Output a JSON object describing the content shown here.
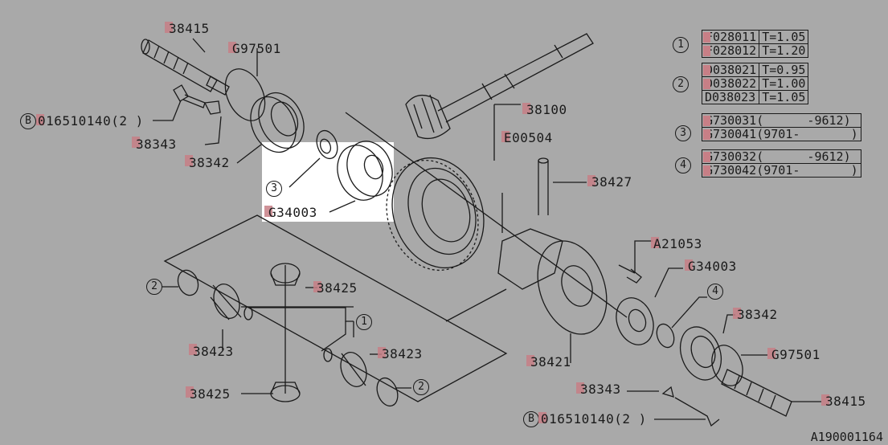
{
  "parts": {
    "p38415_top": "38415",
    "pG97501_top": "G97501",
    "p016510140_top": "016510140(2 )",
    "p38343_top": "38343",
    "p38342_top": "38342",
    "pG34003_top": "G34003",
    "p38100": "38100",
    "pE00504": "E00504",
    "p38427": "38427",
    "pA21053": "A21053",
    "pG34003_right": "G34003",
    "p38342_right": "38342",
    "pG97501_right": "G97501",
    "p38415_right": "38415",
    "p38343_bottom": "38343",
    "p016510140_bottom": "016510140(2 )",
    "p38421": "38421",
    "p38425_top": "38425",
    "p38423_left": "38423",
    "p38423_right": "38423",
    "p38425_bottom": "38425"
  },
  "callouts": {
    "c1": "1",
    "c2": "2",
    "c3": "3",
    "c4": "4",
    "cB": "B"
  },
  "table": {
    "group1": [
      {
        "part": "F028011",
        "spec": "T=1.05"
      },
      {
        "part": "F028012",
        "spec": "T=1.20"
      }
    ],
    "group2": [
      {
        "part": "D038021",
        "spec": "T=0.95"
      },
      {
        "part": "D038022",
        "spec": "T=1.00"
      },
      {
        "part": "D038023",
        "spec": "T=1.05"
      }
    ],
    "group3": [
      {
        "part": "G730031",
        "spec": "(      -9612)"
      },
      {
        "part": "G730041",
        "spec": "(9701-       )"
      }
    ],
    "group4": [
      {
        "part": "G730032",
        "spec": "(      -9612)"
      },
      {
        "part": "G730042",
        "spec": "(9701-       )"
      }
    ]
  },
  "footer": "A190001164",
  "colors": {
    "background": "#a9a9a9",
    "ink": "#1a1a1a",
    "marker": "#c77f86",
    "highlight": "#ffffff"
  }
}
